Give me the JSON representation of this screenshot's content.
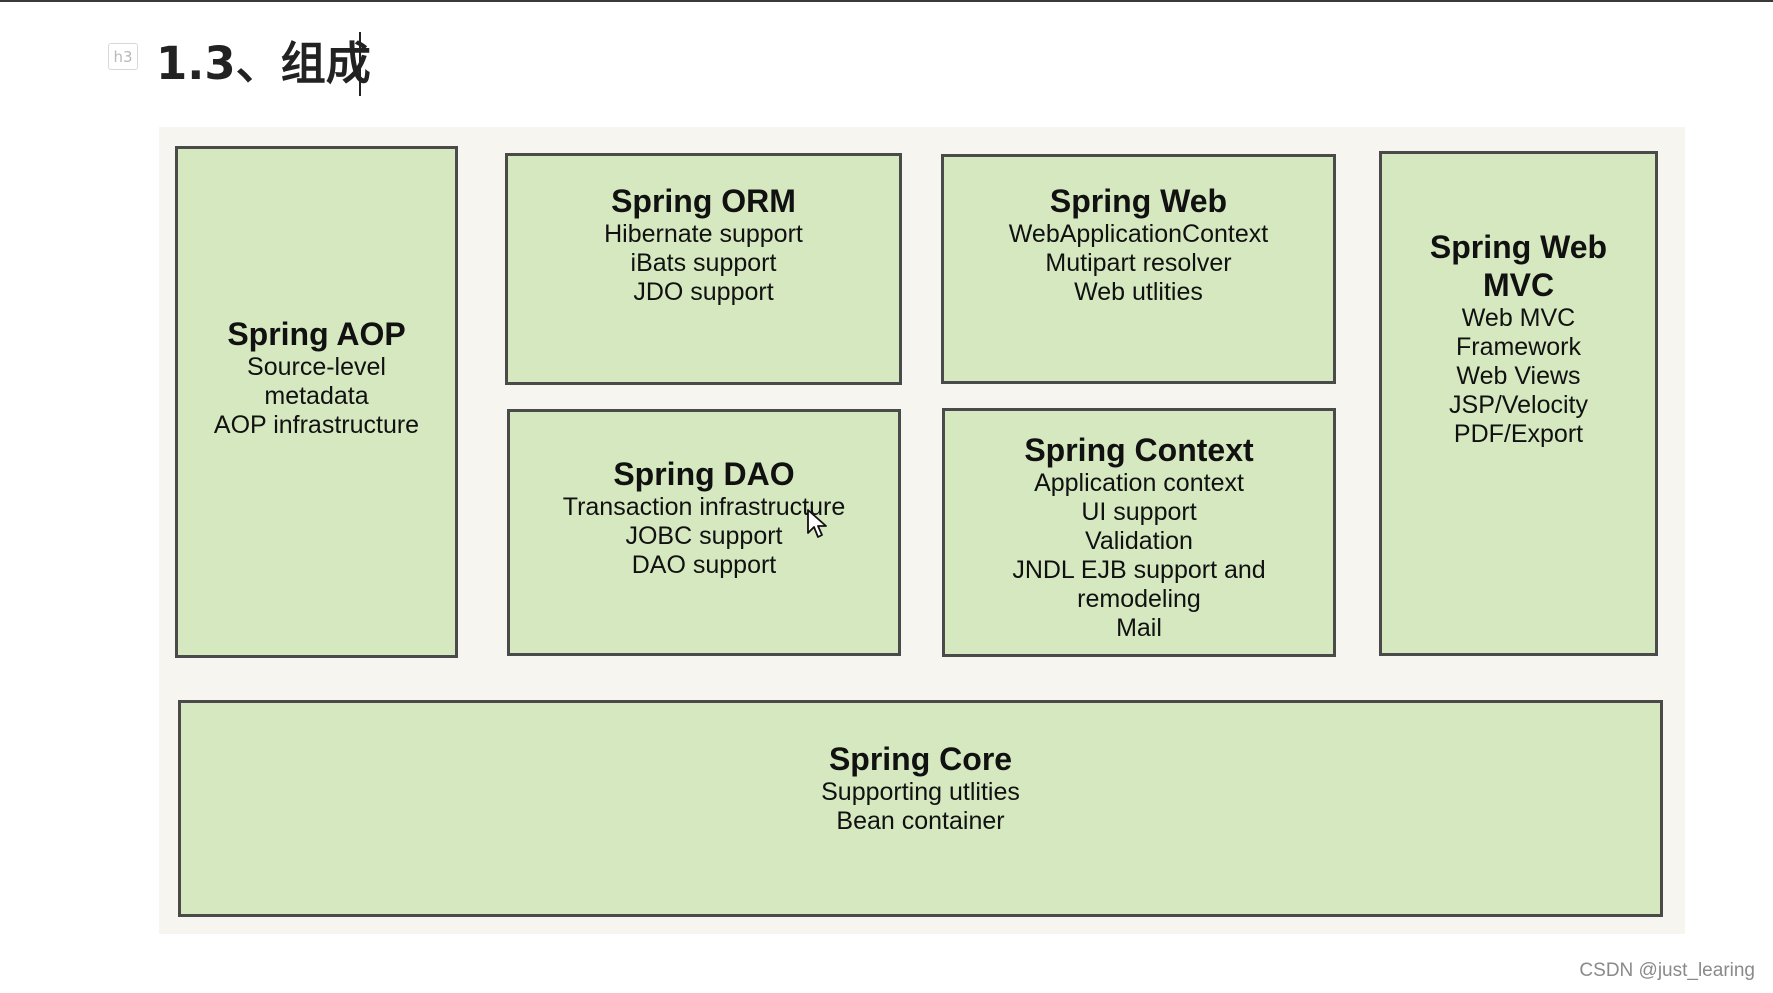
{
  "header": {
    "tag": "h3",
    "title": "1.3、组成"
  },
  "diagram": {
    "aop": {
      "title": "Spring AOP",
      "lines": [
        "Source-level",
        "metadata",
        "AOP infrastructure"
      ]
    },
    "orm": {
      "title": "Spring ORM",
      "lines": [
        "Hibernate support",
        "iBats support",
        "JDO support"
      ]
    },
    "web": {
      "title": "Spring Web",
      "lines": [
        "WebApplicationContext",
        "Mutipart resolver",
        "Web utlities"
      ]
    },
    "webmvc": {
      "title_lines": [
        "Spring Web",
        "MVC"
      ],
      "lines": [
        "Web MVC",
        "Framework",
        "Web Views",
        "JSP/Velocity",
        "PDF/Export"
      ]
    },
    "dao": {
      "title": "Spring DAO",
      "lines": [
        "Transaction infrastructure",
        "JOBC support",
        "DAO support"
      ]
    },
    "context": {
      "title": "Spring Context",
      "lines": [
        "Application context",
        "UI support",
        "Validation",
        "JNDL EJB support and",
        "remodeling",
        "Mail"
      ]
    },
    "core": {
      "title": "Spring Core",
      "lines": [
        "Supporting utlities",
        "Bean container"
      ]
    }
  },
  "watermark": "CSDN @just_learing"
}
